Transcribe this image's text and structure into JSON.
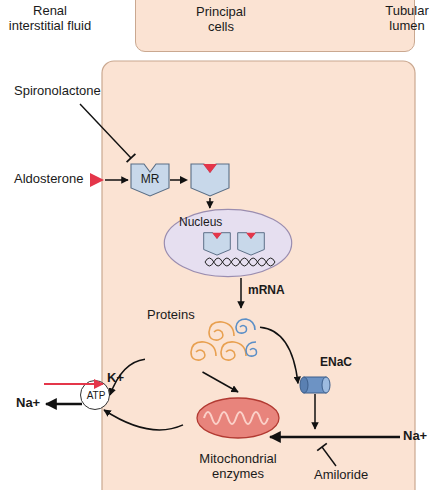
{
  "diagram": {
    "nodes": [
      {
        "text": [
          "Principal cells"
        ]
      },
      {
        "text": [
          "MR"
        ]
      },
      {
        "text": [
          "Nucleus"
        ]
      },
      {
        "text": [
          "Proteins"
        ]
      },
      {
        "text": [
          "ENaC"
        ]
      },
      {
        "text": [
          "ATP"
        ]
      },
      {
        "text": [
          "Mitochondrial enzymes"
        ]
      }
    ],
    "edges": [
      {
        "from": 1,
        "to": 2,
        "arrow": "to"
      },
      {
        "from": 2,
        "to": 3,
        "label": "mRNA",
        "arrow": "to"
      },
      {
        "from": 3,
        "to": 4,
        "arrow": "to"
      },
      {
        "from": 3,
        "to": 5,
        "arrow": "to"
      },
      {
        "from": 3,
        "to": 6,
        "arrow": "to"
      },
      {
        "from": 6,
        "to": 5,
        "arrow": "to"
      }
    ],
    "labels": [
      "Renal interstitial fluid",
      "Tubular lumen",
      "Spironolactone",
      "Aldosterone",
      "K+",
      "Na+",
      "Na+",
      "Amiloride"
    ]
  }
}
